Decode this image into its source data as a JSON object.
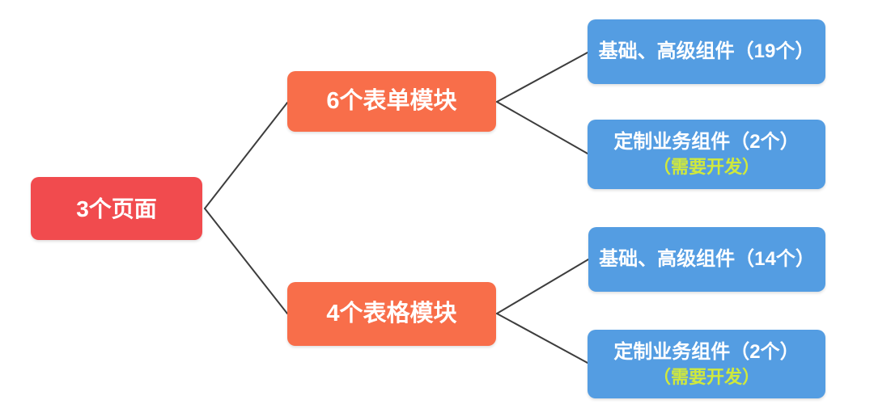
{
  "colors": {
    "root_bg": "#f14b4e",
    "branch_bg": "#f86e4a",
    "leaf_bg": "#549de2",
    "node_text": "#ffffff",
    "note_text": "#d0e93c",
    "connector": "#3d3d3d",
    "background": "#ffffff"
  },
  "diagram": {
    "root": {
      "label": "3个页面"
    },
    "branches": [
      {
        "label": "6个表单模块",
        "children": [
          {
            "title": "基础、高级组件（19个）",
            "note": ""
          },
          {
            "title": "定制业务组件（2个）",
            "note": "（需要开发）"
          }
        ]
      },
      {
        "label": "4个表格模块",
        "children": [
          {
            "title": "基础、高级组件（14个）",
            "note": ""
          },
          {
            "title": "定制业务组件（2个）",
            "note": "（需要开发）"
          }
        ]
      }
    ]
  }
}
